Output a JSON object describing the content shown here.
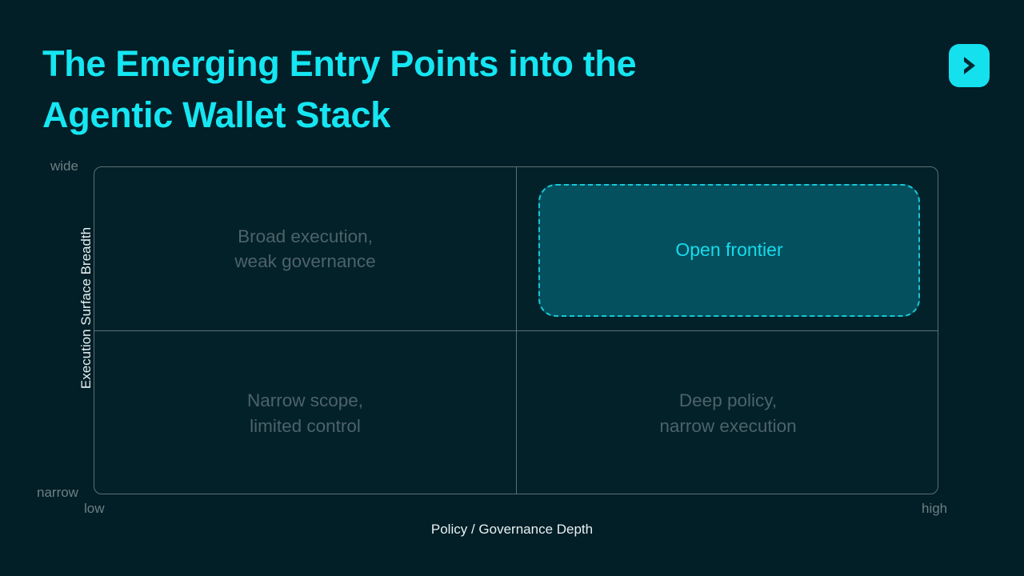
{
  "slide": {
    "title": "The Emerging Entry Points into the\nAgentic Wallet Stack",
    "logo_icon": "chevron-right-icon",
    "background_color": "#021e26",
    "accent_color": "#15e6f2"
  },
  "chart_data": {
    "type": "scatter",
    "subtype": "2x2-quadrant-matrix",
    "title": "The Emerging Entry Points into the Agentic Wallet Stack",
    "xlabel": "Policy / Governance Depth",
    "ylabel": "Execution Surface Breadth",
    "x_tick_labels": [
      "low",
      "high"
    ],
    "y_tick_labels": [
      "narrow",
      "wide"
    ],
    "xlim": [
      "low",
      "high"
    ],
    "ylim": [
      "narrow",
      "wide"
    ],
    "grid": true,
    "legend": "none",
    "quadrants": [
      {
        "id": "top-left",
        "label": "Broad execution,\nweak governance",
        "x": "low",
        "y": "wide",
        "highlighted": false
      },
      {
        "id": "top-right",
        "label": "Open frontier",
        "x": "high",
        "y": "wide",
        "highlighted": true,
        "fill_color": "#04505e",
        "border_color": "#19c7d6",
        "border_style": "dashed"
      },
      {
        "id": "bottom-left",
        "label": "Narrow scope,\nlimited control",
        "x": "low",
        "y": "narrow",
        "highlighted": false
      },
      {
        "id": "bottom-right",
        "label": "Deep policy,\nnarrow execution",
        "x": "high",
        "y": "narrow",
        "highlighted": false
      }
    ]
  }
}
